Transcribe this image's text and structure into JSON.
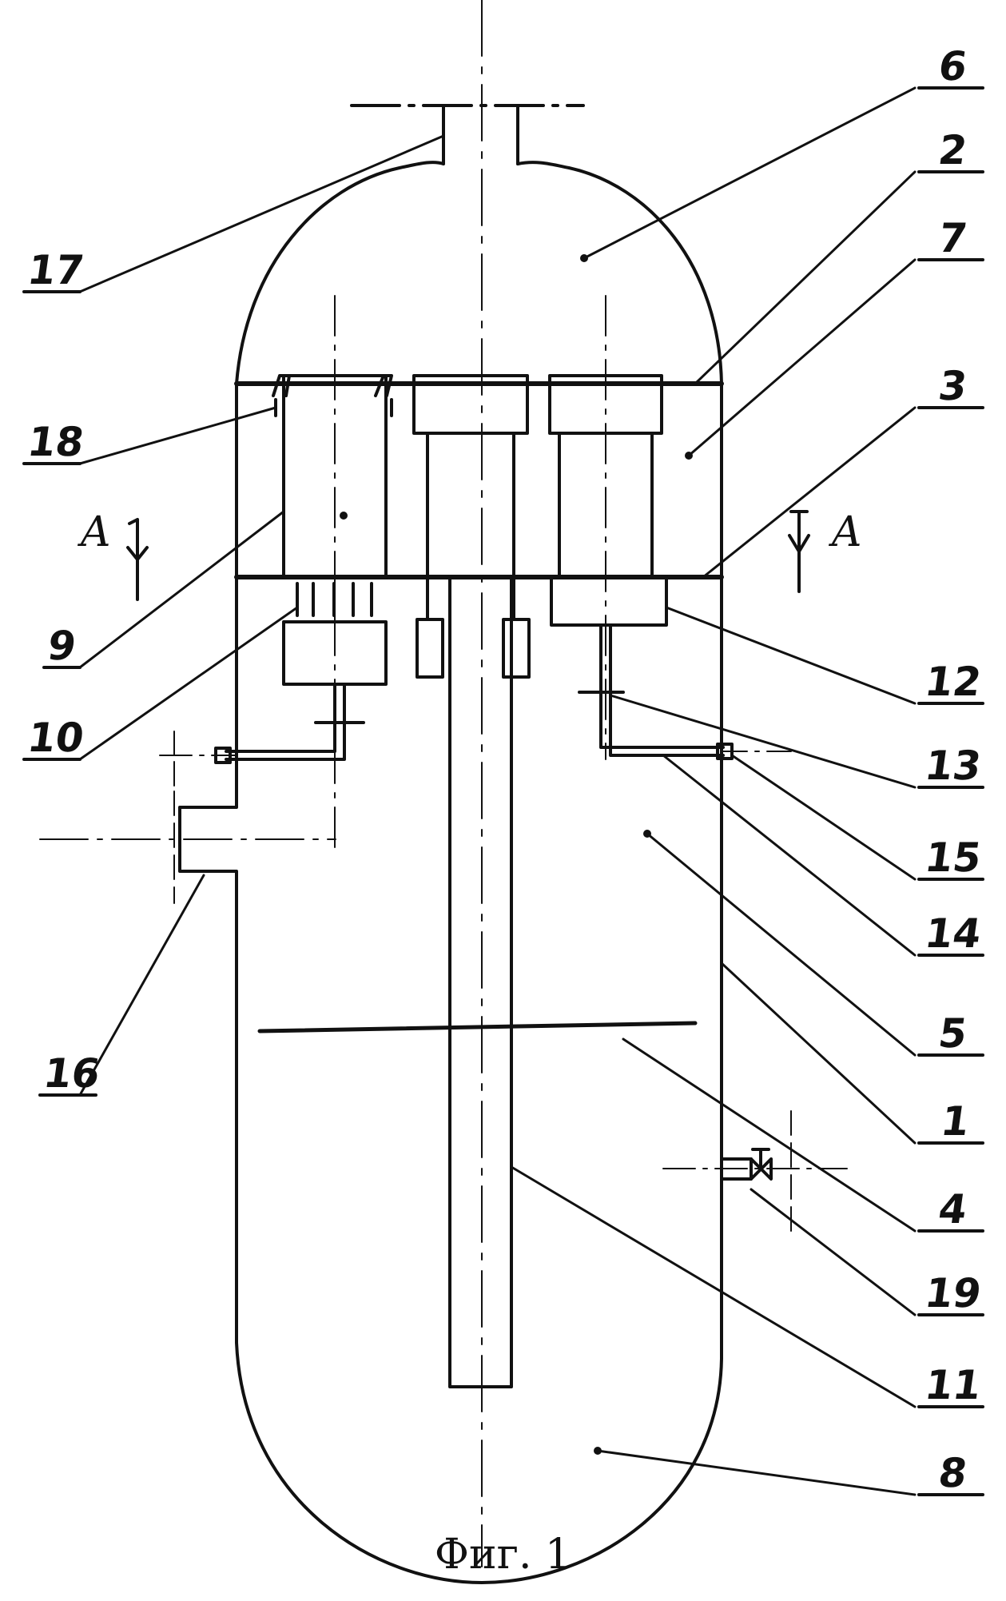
{
  "figure": {
    "caption": "Фиг. 1",
    "section_letter": "А",
    "labels": {
      "l1": "1",
      "l2": "2",
      "l3": "3",
      "l4": "4",
      "l5": "5",
      "l6": "6",
      "l7": "7",
      "l8": "8",
      "l9": "9",
      "l10": "10",
      "l11": "11",
      "l12": "12",
      "l13": "13",
      "l14": "14",
      "l15": "15",
      "l16": "16",
      "l17": "17",
      "l18": "18",
      "l19": "19"
    }
  }
}
